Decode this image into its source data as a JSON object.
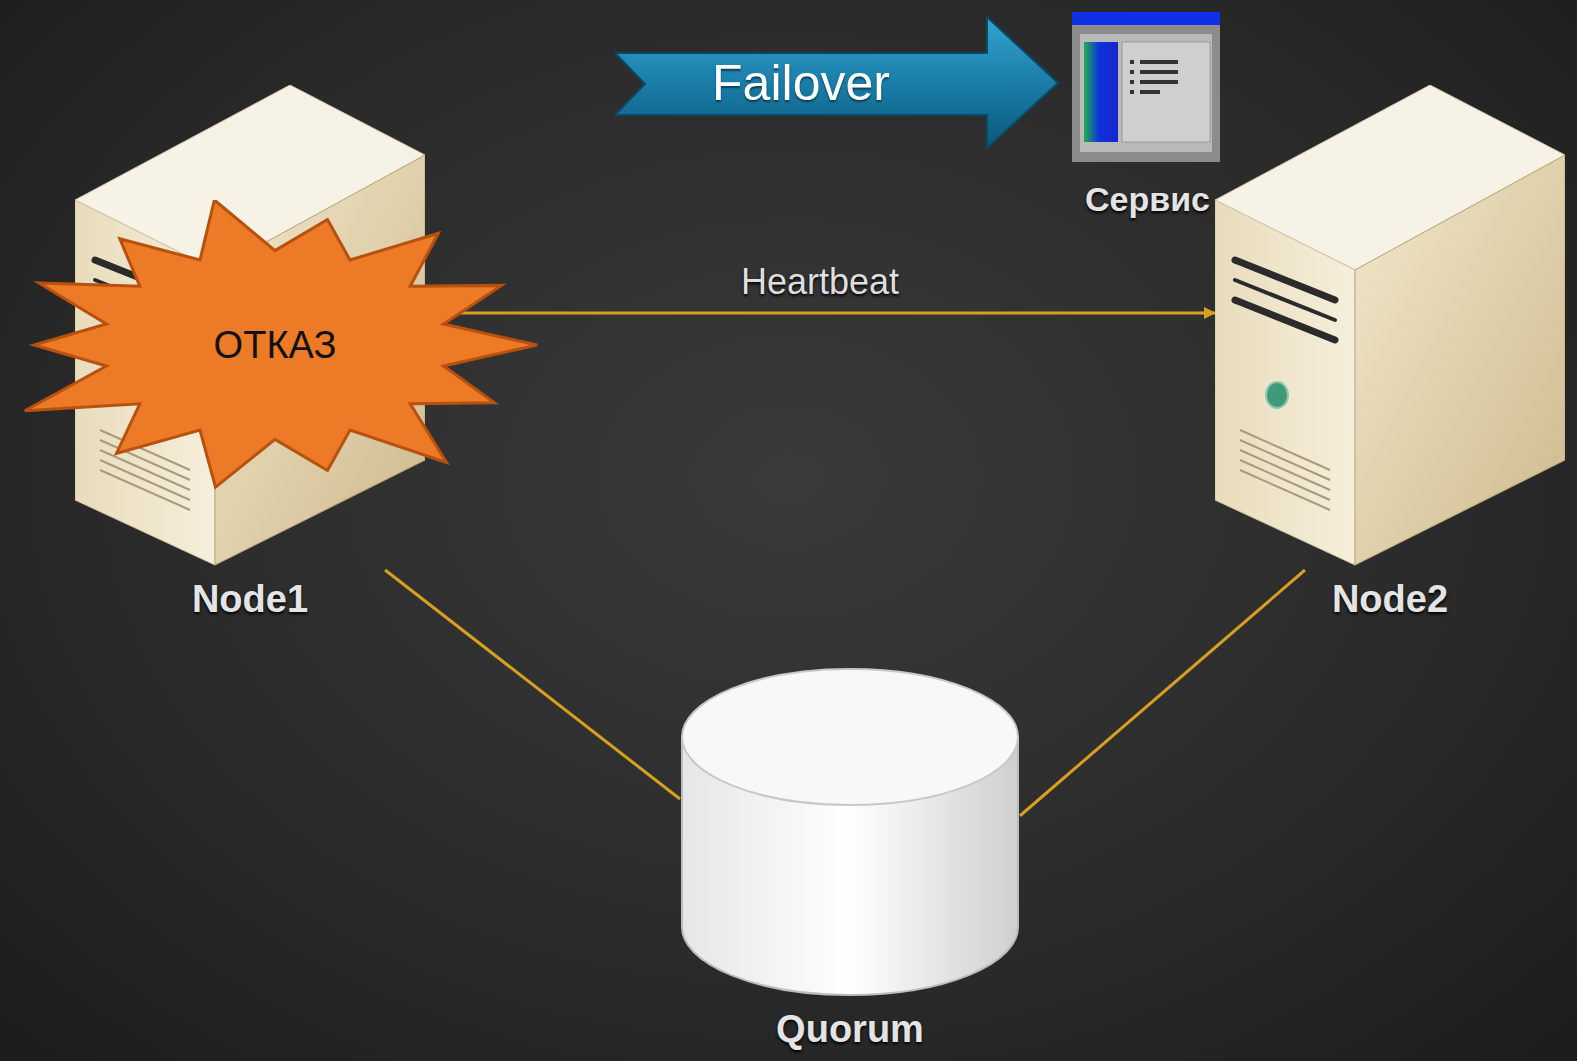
{
  "diagram": {
    "nodes": [
      {
        "text": [
          "Failover"
        ]
      },
      {
        "text": [
          "Сервис"
        ]
      },
      {
        "text": [
          "Node1"
        ]
      },
      {
        "text": [
          "ОТКАЗ"
        ]
      },
      {
        "text": [
          "Node2"
        ]
      },
      {
        "text": [
          "Quorum"
        ]
      }
    ],
    "edges": [
      {
        "from": 2,
        "to": 4,
        "arrow": "to",
        "label": "Heartbeat"
      },
      {
        "from": 2,
        "to": 5,
        "arrow": "none"
      },
      {
        "from": 4,
        "to": 5,
        "arrow": "none"
      }
    ]
  }
}
